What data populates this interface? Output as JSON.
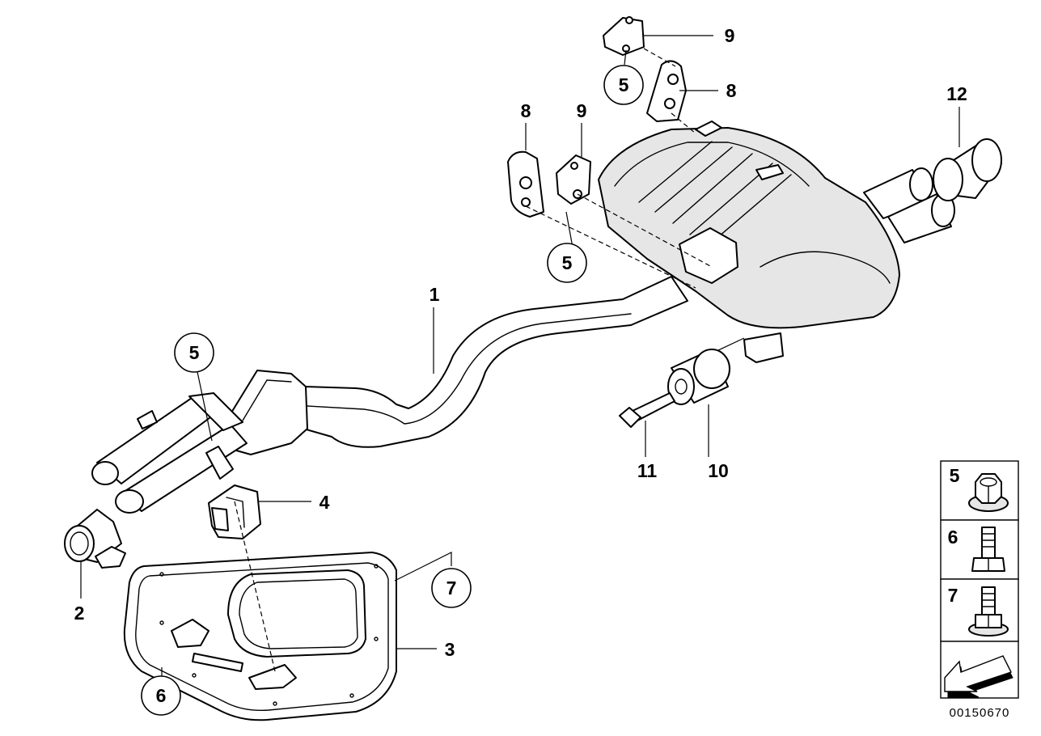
{
  "diagram": {
    "callouts": [
      {
        "id": "c1",
        "text": "1"
      },
      {
        "id": "c2",
        "text": "2"
      },
      {
        "id": "c3",
        "text": "3"
      },
      {
        "id": "c4",
        "text": "4"
      },
      {
        "id": "c8a",
        "text": "8"
      },
      {
        "id": "c8b",
        "text": "8"
      },
      {
        "id": "c9a",
        "text": "9"
      },
      {
        "id": "c9b",
        "text": "9"
      },
      {
        "id": "c10",
        "text": "10"
      },
      {
        "id": "c11",
        "text": "11"
      },
      {
        "id": "c12",
        "text": "12"
      }
    ],
    "circled_callouts": [
      {
        "id": "cc5a",
        "text": "5"
      },
      {
        "id": "cc5b",
        "text": "5"
      },
      {
        "id": "cc5c",
        "text": "5"
      },
      {
        "id": "cc6",
        "text": "6"
      },
      {
        "id": "cc7",
        "text": "7"
      }
    ]
  },
  "legend": {
    "items": [
      {
        "label": "5",
        "icon": "flange-nut-icon"
      },
      {
        "label": "6",
        "icon": "hex-bolt-icon"
      },
      {
        "label": "7",
        "icon": "flange-bolt-icon"
      }
    ],
    "arrow_icon": "direction-arrow-icon"
  },
  "document_number": "00150670"
}
